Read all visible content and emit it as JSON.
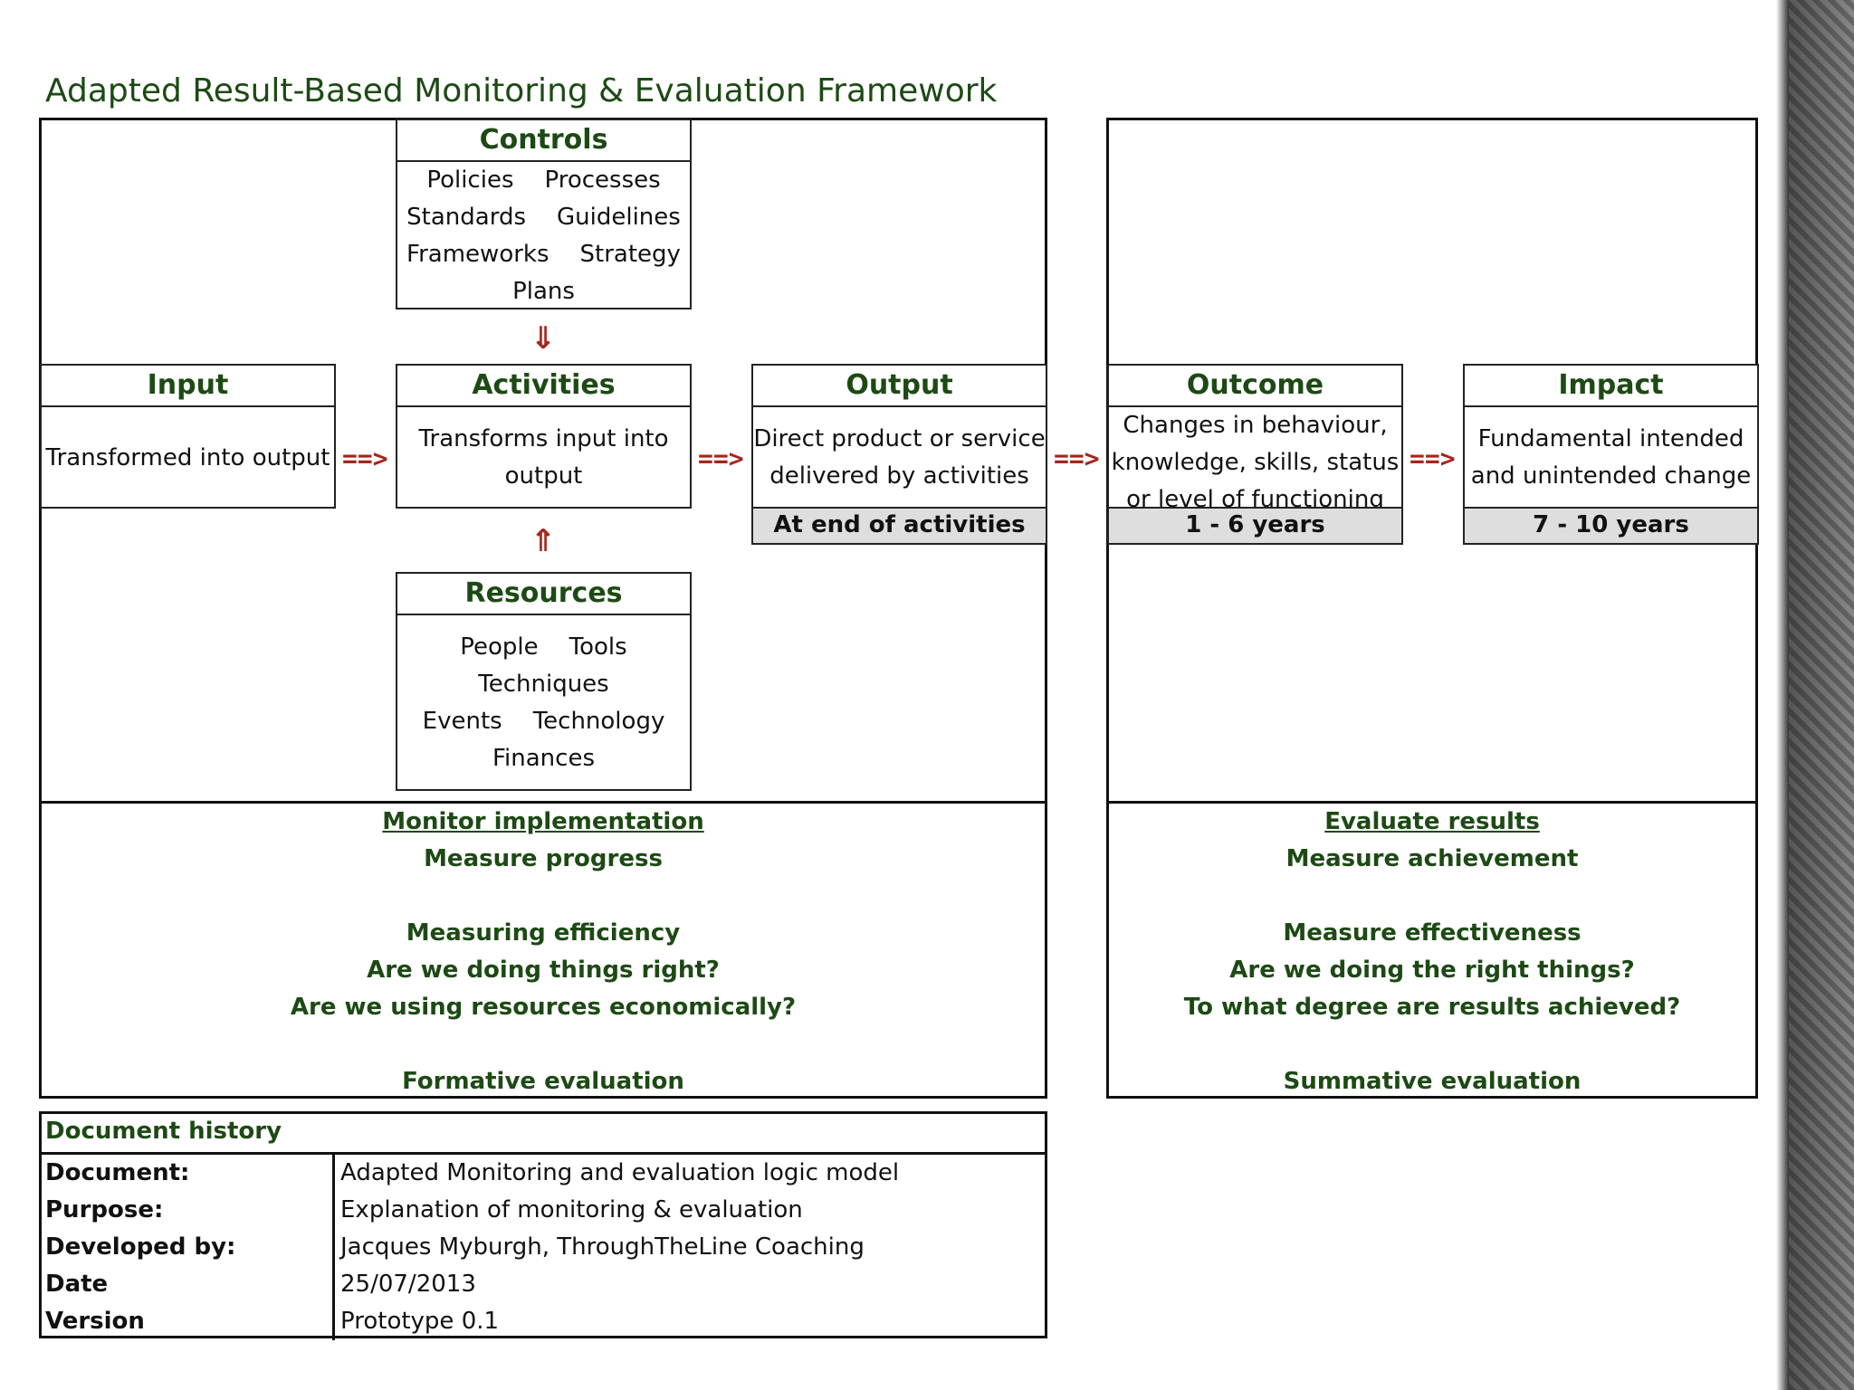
{
  "title": "Adapted Result-Based Monitoring & Evaluation Framework",
  "controls": {
    "header": "Controls",
    "items": [
      [
        "Policies",
        "Processes"
      ],
      [
        "Standards",
        "Guidelines"
      ],
      [
        "Frameworks",
        "Strategy"
      ],
      [
        "Plans"
      ]
    ]
  },
  "input": {
    "header": "Input",
    "text": "Transformed into output"
  },
  "activities": {
    "header": "Activities",
    "line1": "Transforms input into",
    "line2": "output"
  },
  "output": {
    "header": "Output",
    "line1": "Direct product or service",
    "line2": "delivered by activities",
    "timing": "At end of activities"
  },
  "outcome": {
    "header": "Outcome",
    "line1": "Changes in behaviour,",
    "line2": "knowledge, skills, status",
    "line3": "or level of functioning",
    "timing": "1 - 6 years"
  },
  "impact": {
    "header": "Impact",
    "line1": "Fundamental intended",
    "line2": "and unintended change",
    "timing": "7 - 10 years"
  },
  "resources": {
    "header": "Resources",
    "items": [
      [
        "People",
        "Tools"
      ],
      [
        "Techniques"
      ],
      [
        "Events",
        "Technology"
      ],
      [
        "Finances"
      ]
    ]
  },
  "arrow_symbol": "==>",
  "arrow_down_symbol": "⇓",
  "arrow_up_symbol": "⇑",
  "monitor": {
    "heading": "Monitor implementation",
    "line1": "Measure progress",
    "line2": "Measuring efficiency",
    "line3": "Are we doing things right?",
    "line4": "Are we using resources economically?",
    "footer": "Formative evaluation"
  },
  "evaluate": {
    "heading": "Evaluate results",
    "line1": "Measure achievement",
    "line2": "Measure effectiveness",
    "line3": "Are we doing the right things?",
    "line4": "To what degree are results achieved?",
    "footer": "Summative evaluation"
  },
  "history": {
    "title": "Document history",
    "rows": [
      {
        "key": "Document:",
        "value": "Adapted Monitoring and evaluation logic model"
      },
      {
        "key": "Purpose:",
        "value": "Explanation of monitoring & evaluation"
      },
      {
        "key": "Developed by:",
        "value": "Jacques Myburgh, ThroughTheLine Coaching"
      },
      {
        "key": "Date",
        "value": "25/07/2013"
      },
      {
        "key": "Version",
        "value": "Prototype 0.1"
      }
    ]
  },
  "colors": {
    "green": "#1d4a14",
    "arrow_red": "#a4261d",
    "grey_fill": "#dedede"
  }
}
